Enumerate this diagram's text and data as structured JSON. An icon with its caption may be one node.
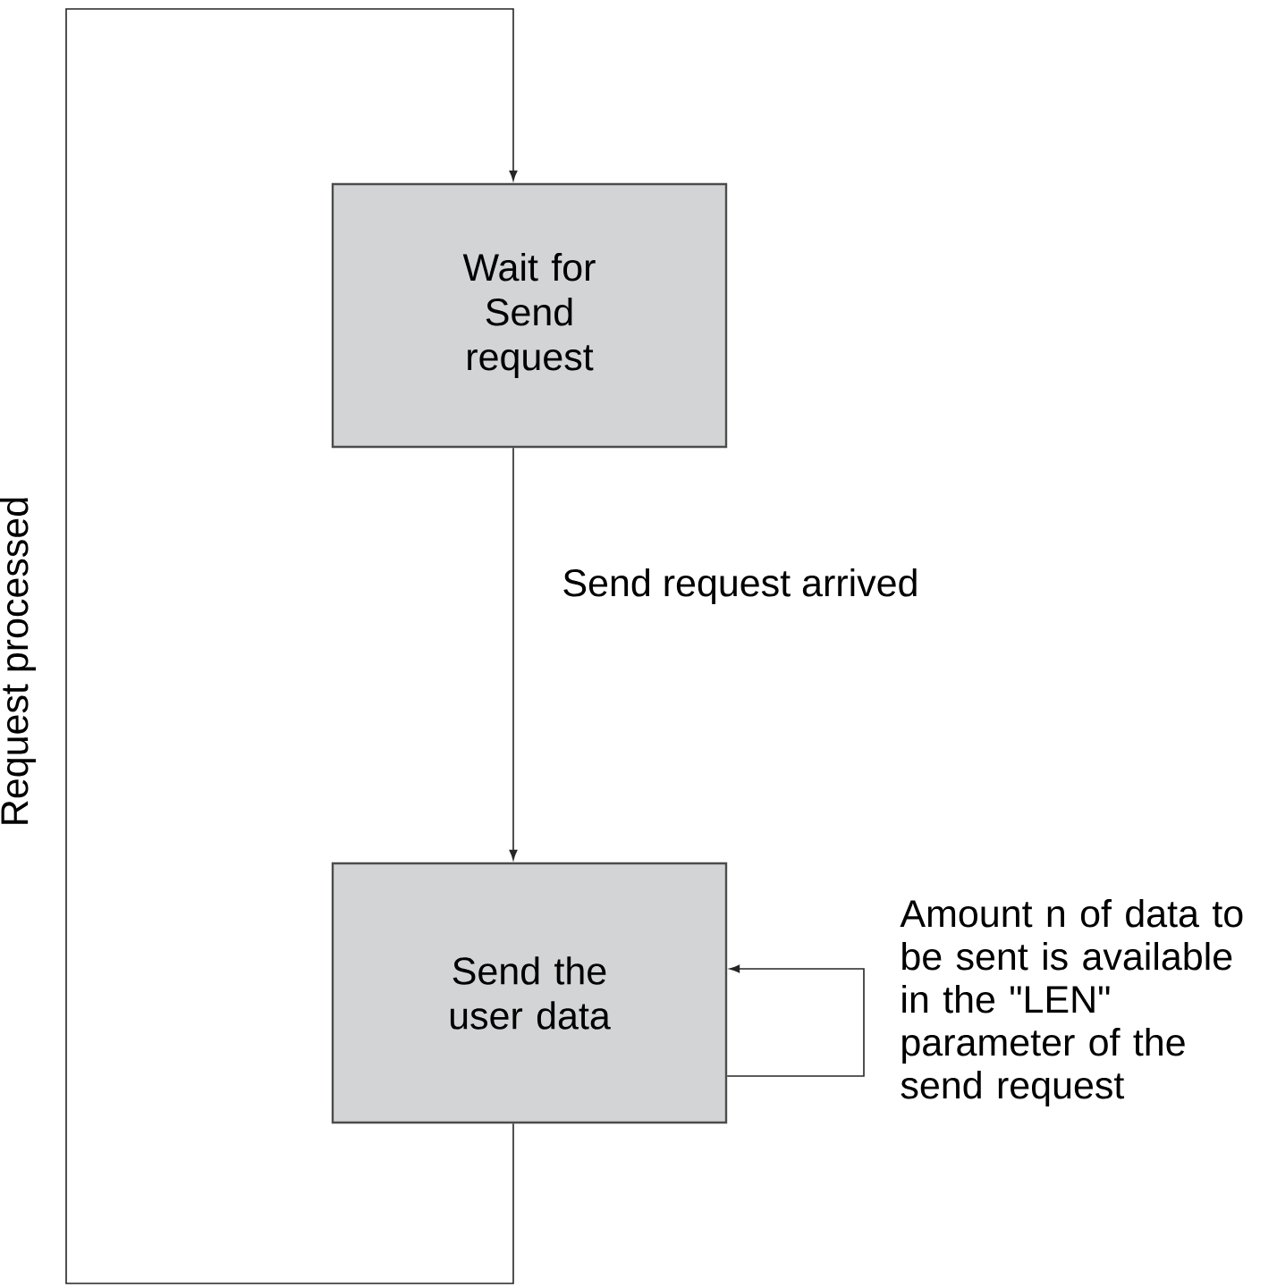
{
  "diagram": {
    "nodes": [
      {
        "text": [
          "Wait for Send request"
        ]
      },
      {
        "text": [
          "Send the user data"
        ]
      }
    ],
    "edges": [
      {
        "from": 0,
        "to": 1,
        "arrow": "to",
        "label": "Send request arrived"
      },
      {
        "from": 1,
        "to": 1,
        "arrow": "to",
        "label": "Amount n of data to be sent is available in the \"LEN\" parameter of the send request"
      },
      {
        "from": 1,
        "to": 0,
        "arrow": "to",
        "label": "Request processed"
      }
    ]
  }
}
